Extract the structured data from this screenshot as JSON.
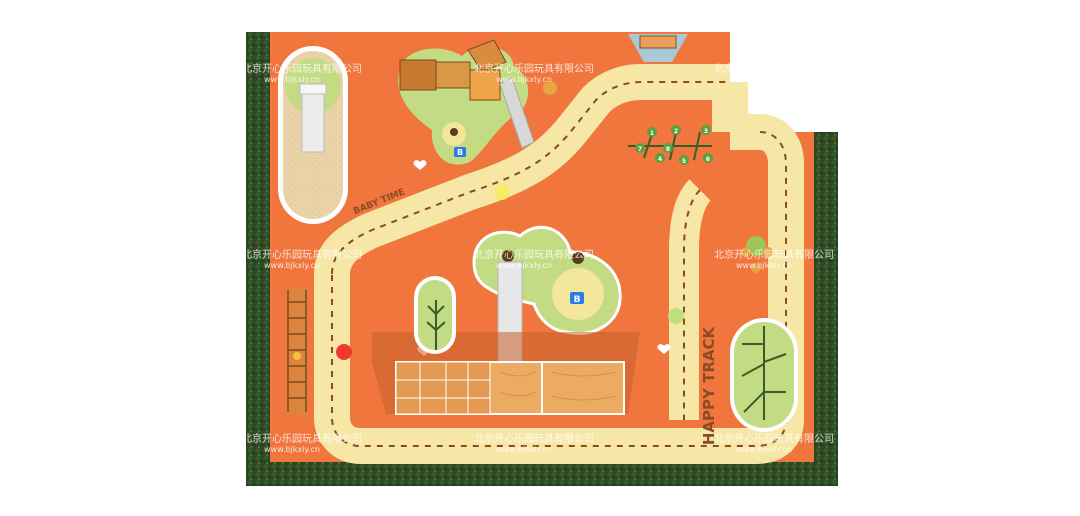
{
  "scene": {
    "track_labels": {
      "baby_time": "BABY TIME",
      "happy_track": "HAPPY TRACK"
    },
    "watermark": {
      "company": "北京开心乐园玩具有限公司",
      "url": "www.bjkxly.cn"
    },
    "signs": {
      "b_left": "B",
      "b_right": "B"
    },
    "tree_numbers": [
      "1",
      "2",
      "3",
      "4",
      "5",
      "6",
      "7",
      "8"
    ],
    "colors": {
      "floor": "#f0763e",
      "track": "#f5e6a3",
      "hedge": "#2f4a26",
      "light_green": "#c3dc83",
      "sand": "#ead3a9",
      "wood": "#e9a05a"
    }
  }
}
